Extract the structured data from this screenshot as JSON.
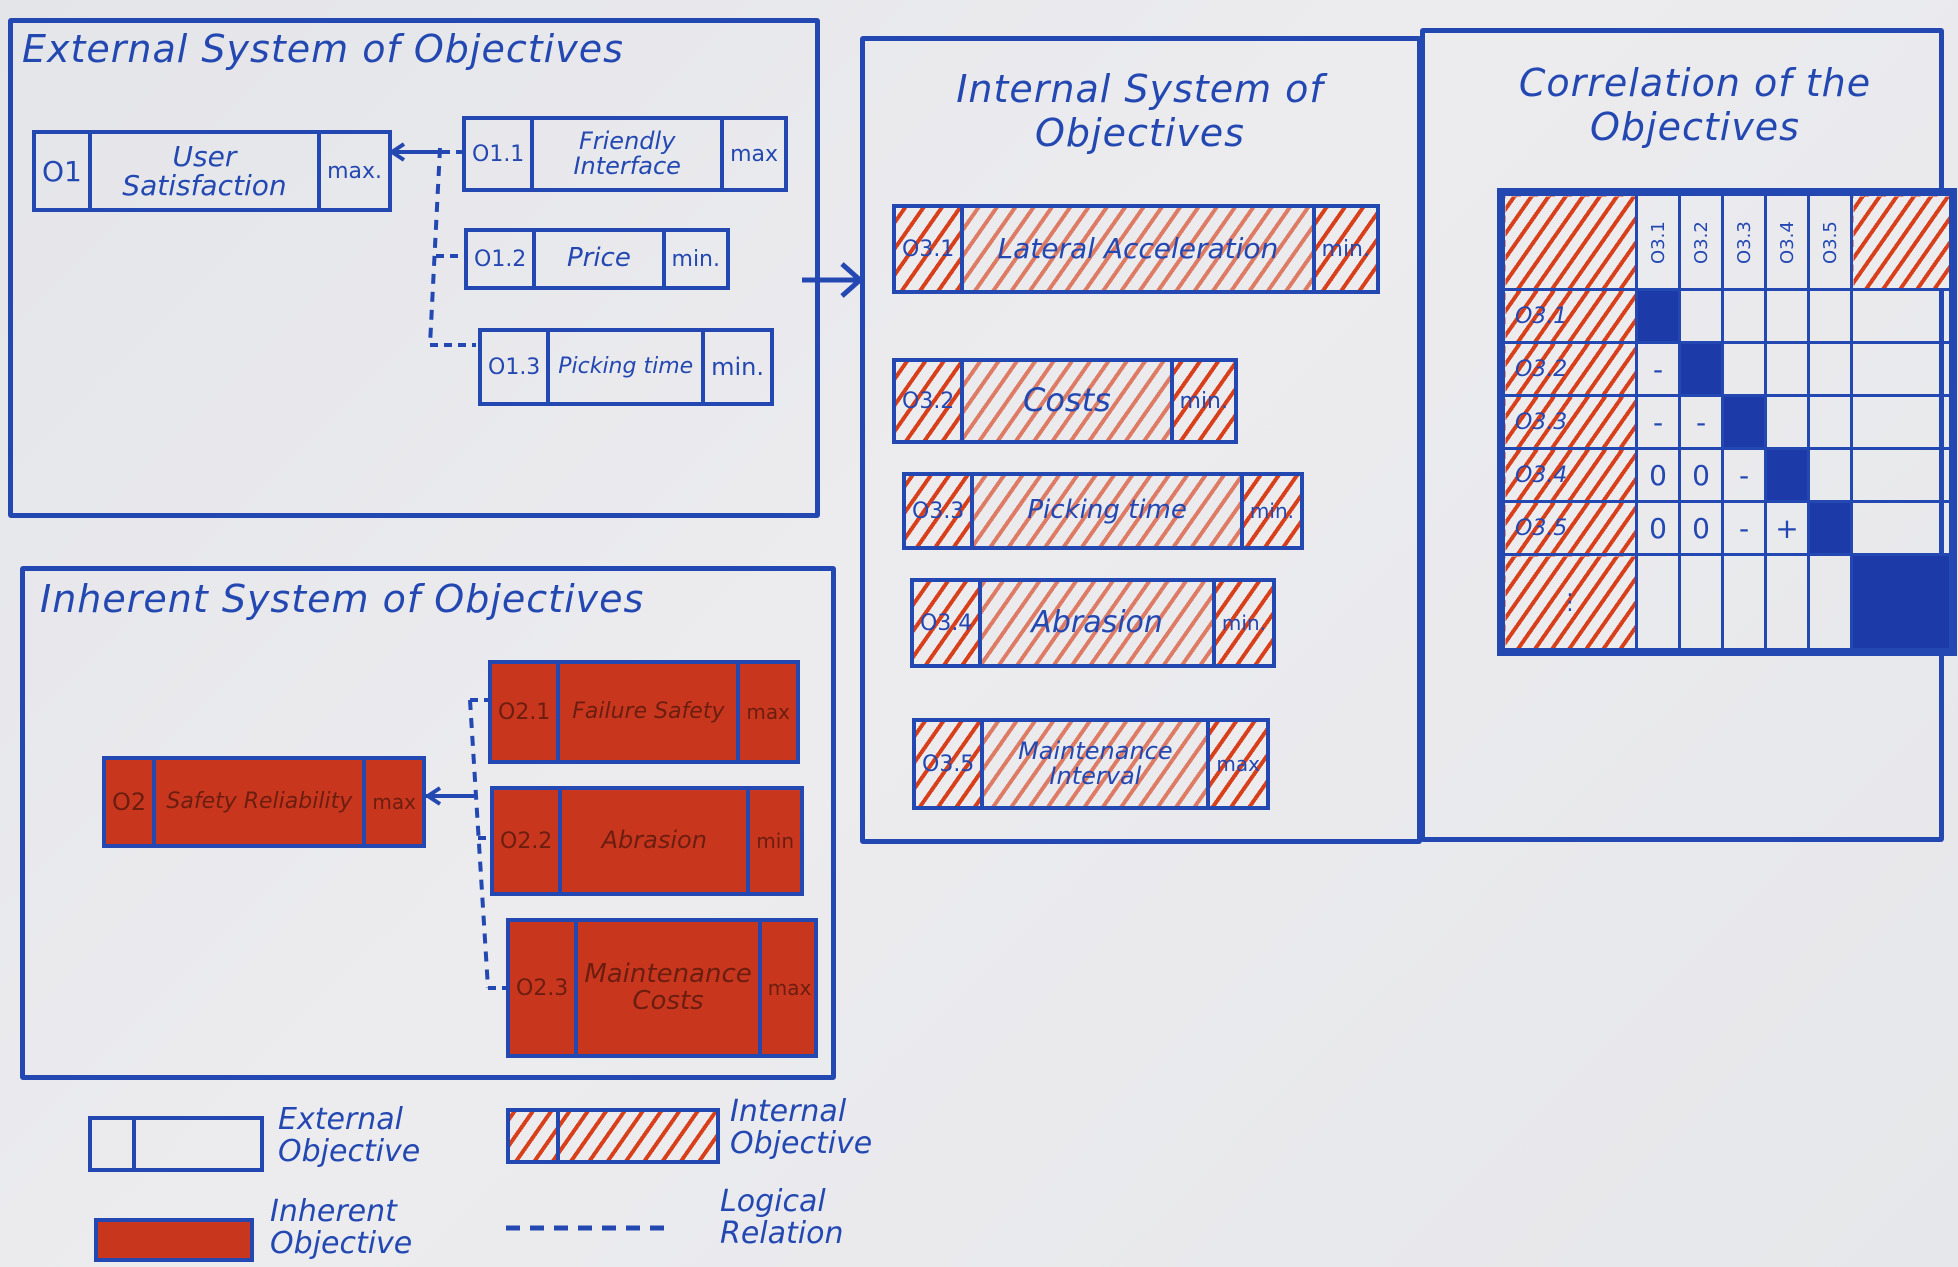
{
  "external": {
    "title": "External System of Objectives",
    "main": {
      "id": "O1",
      "name": "User Satisfaction",
      "dir": "max."
    },
    "subs": [
      {
        "id": "O1.1",
        "name": "Friendly Interface",
        "dir": "max"
      },
      {
        "id": "O1.2",
        "name": "Price",
        "dir": "min."
      },
      {
        "id": "O1.3",
        "name": "Picking time",
        "dir": "min."
      }
    ]
  },
  "inherent": {
    "title": "Inherent System of Objectives",
    "main": {
      "id": "O2",
      "name": "Safety Reliability",
      "dir": "max"
    },
    "subs": [
      {
        "id": "O2.1",
        "name": "Failure Safety",
        "dir": "max"
      },
      {
        "id": "O2.2",
        "name": "Abrasion",
        "dir": "min"
      },
      {
        "id": "O2.3",
        "name": "Maintenance Costs",
        "dir": "max"
      }
    ]
  },
  "internal": {
    "title": "Internal System of Objectives",
    "items": [
      {
        "id": "O3.1",
        "name": "Lateral Acceleration",
        "dir": "min."
      },
      {
        "id": "O3.2",
        "name": "Costs",
        "dir": "min."
      },
      {
        "id": "O3.3",
        "name": "Picking time",
        "dir": "min."
      },
      {
        "id": "O3.4",
        "name": "Abrasion",
        "dir": "min."
      },
      {
        "id": "O3.5",
        "name": "Maintenance Interval",
        "dir": "max"
      }
    ]
  },
  "correlation": {
    "title": "Correlation of the Objectives",
    "columns": [
      "O3.1",
      "O3.2",
      "O3.3",
      "O3.4",
      "O3.5"
    ],
    "rows": [
      {
        "label": "O3.1",
        "cells": [
          "",
          "",
          "",
          "",
          ""
        ]
      },
      {
        "label": "O3.2",
        "cells": [
          "-",
          "",
          "",
          "",
          ""
        ]
      },
      {
        "label": "O3.3",
        "cells": [
          "-",
          "-",
          "",
          "",
          ""
        ]
      },
      {
        "label": "O3.4",
        "cells": [
          "0",
          "0",
          "-",
          "",
          ""
        ]
      },
      {
        "label": "O3.5",
        "cells": [
          "0",
          "0",
          "-",
          "+",
          ""
        ]
      },
      {
        "label": "⋮",
        "cells": [
          "",
          "",
          "",
          "",
          ""
        ]
      }
    ]
  },
  "legend": {
    "external": "External Objective",
    "internal": "Internal Objective",
    "inherent": "Inherent Objective",
    "logical": "Logical Relation"
  },
  "colors": {
    "ink": "#2448b2",
    "red": "#c8361e",
    "board": "#e8e9ec"
  }
}
